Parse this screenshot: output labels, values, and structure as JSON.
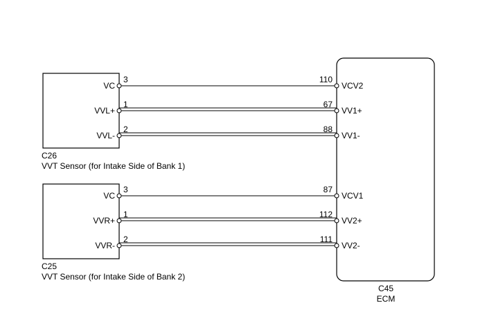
{
  "sensor1": {
    "code": "C26",
    "name": "VVT Sensor (for Intake Side of Bank 1)",
    "pins": [
      {
        "label": "VC",
        "num": "3"
      },
      {
        "label": "VVL+",
        "num": "1"
      },
      {
        "label": "VVL-",
        "num": "2"
      }
    ]
  },
  "sensor2": {
    "code": "C25",
    "name": "VVT Sensor (for Intake Side of Bank 2)",
    "pins": [
      {
        "label": "VC",
        "num": "3"
      },
      {
        "label": "VVR+",
        "num": "1"
      },
      {
        "label": "VVR-",
        "num": "2"
      }
    ]
  },
  "ecm": {
    "code": "C45",
    "name": "ECM",
    "pins": [
      {
        "label": "VCV2",
        "num": "110"
      },
      {
        "label": "VV1+",
        "num": "67"
      },
      {
        "label": "VV1-",
        "num": "88"
      },
      {
        "label": "VCV1",
        "num": "87"
      },
      {
        "label": "VV2+",
        "num": "112"
      },
      {
        "label": "VV2-",
        "num": "111"
      }
    ]
  }
}
